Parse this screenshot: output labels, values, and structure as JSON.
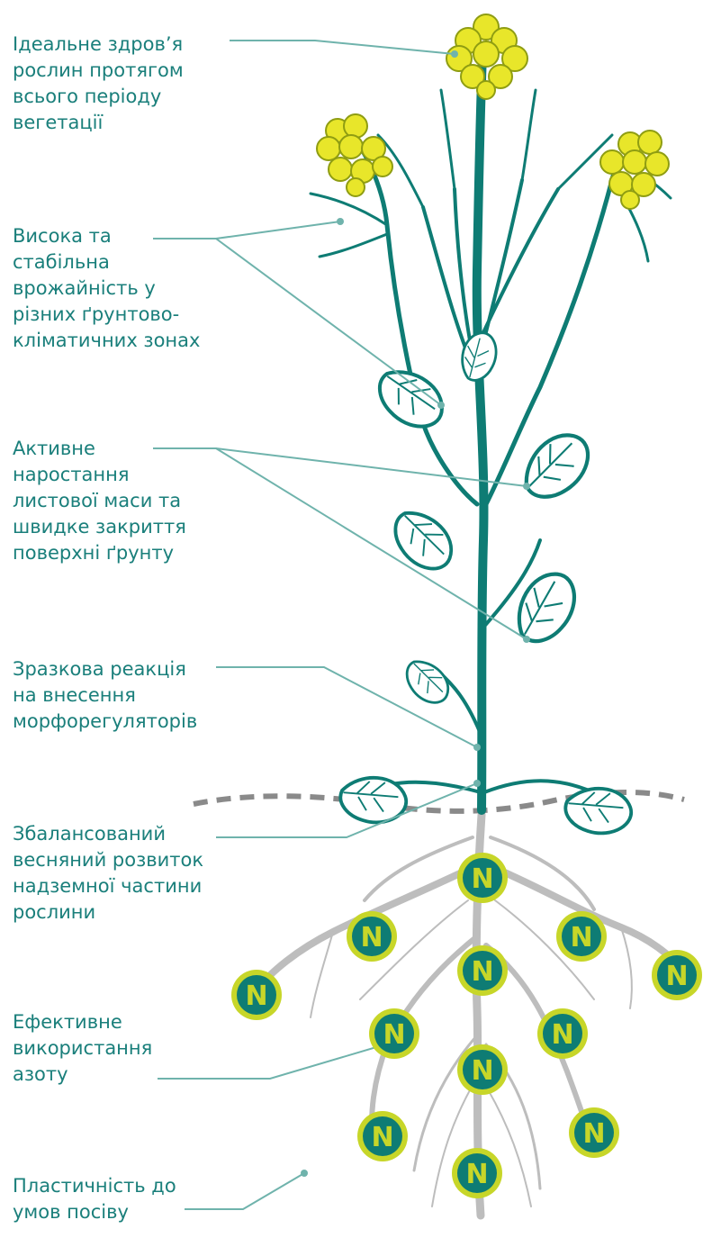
{
  "labels": [
    {
      "id": "health",
      "text": "Ідеальне здров’я\nрослин протягом\nвсього періоду\nвегетації"
    },
    {
      "id": "yield",
      "text": "Висока та\nстабільна\nврожайність у\nрізних ґрунтово-\nкліматичних зонах"
    },
    {
      "id": "leaf",
      "text": "Активне\nнаростання\nлистової маси та\nшвидке закриття\nповерхні ґрунту"
    },
    {
      "id": "morpho",
      "text": "Зразкова реакція\nна внесення\nморфорегуляторів"
    },
    {
      "id": "spring",
      "text": "Збалансований\nвесняний розвиток\nнадземної частини\nрослини"
    },
    {
      "id": "nitrogen",
      "text": "Ефективне\nвикористання\nазоту"
    },
    {
      "id": "plastic",
      "text": "Пластичність до\nумов посіву"
    }
  ],
  "n_badge_letter": "N",
  "colors": {
    "label_text": "#1a7f7b",
    "leader_line": "#6fb3ac",
    "stem": "#0e7c74",
    "flower": "#e8e62a",
    "flower_edge": "#8f9d12",
    "soil_line": "#8a8a8a",
    "root": "#bdbdbd",
    "badge_fill": "#0e7c74",
    "badge_ring": "#c7d629",
    "badge_letter": "#c7d629"
  }
}
